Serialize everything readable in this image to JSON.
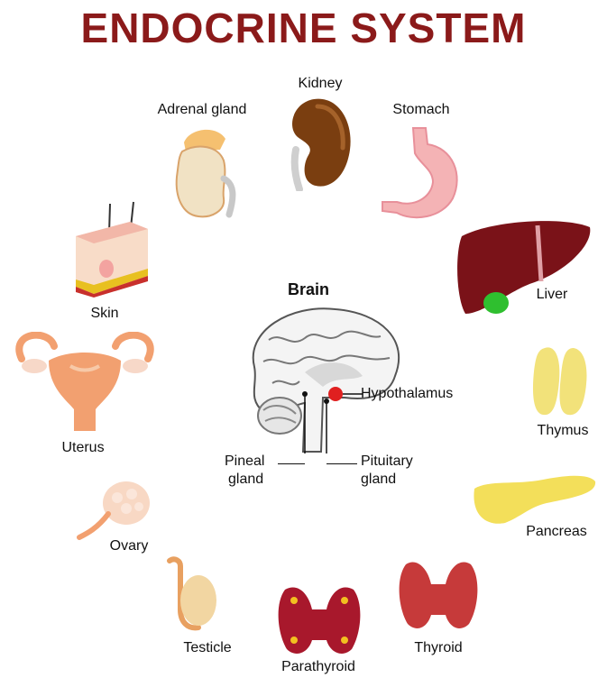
{
  "title": "ENDOCRINE SYSTEM",
  "center": {
    "title": "Brain",
    "parts": {
      "hypothalamus": "Hypothalamus",
      "pineal_line1": "Pineal",
      "pineal_line2": "gland",
      "pituitary_line1": "Pituitary",
      "pituitary_line2": "gland"
    }
  },
  "organs": {
    "kidney": "Kidney",
    "adrenal": "Adrenal gland",
    "stomach": "Stomach",
    "skin": "Skin",
    "liver": "Liver",
    "uterus": "Uterus",
    "thymus": "Thymus",
    "ovary": "Ovary",
    "pancreas": "Pancreas",
    "testicle": "Testicle",
    "thyroid": "Thyroid",
    "parathyroid": "Parathyroid"
  },
  "colors": {
    "title": "#8b1a1a",
    "kidney": "#7a3e10",
    "liver": "#7a1218",
    "gallbladder": "#2fbf2f",
    "stomach": "#f4b3b5",
    "thymus": "#f2e27a",
    "pancreas": "#f3df5a",
    "thyroid": "#c63a3a",
    "uterus": "#f2a070",
    "hypothalamus_marker": "#e02020"
  }
}
